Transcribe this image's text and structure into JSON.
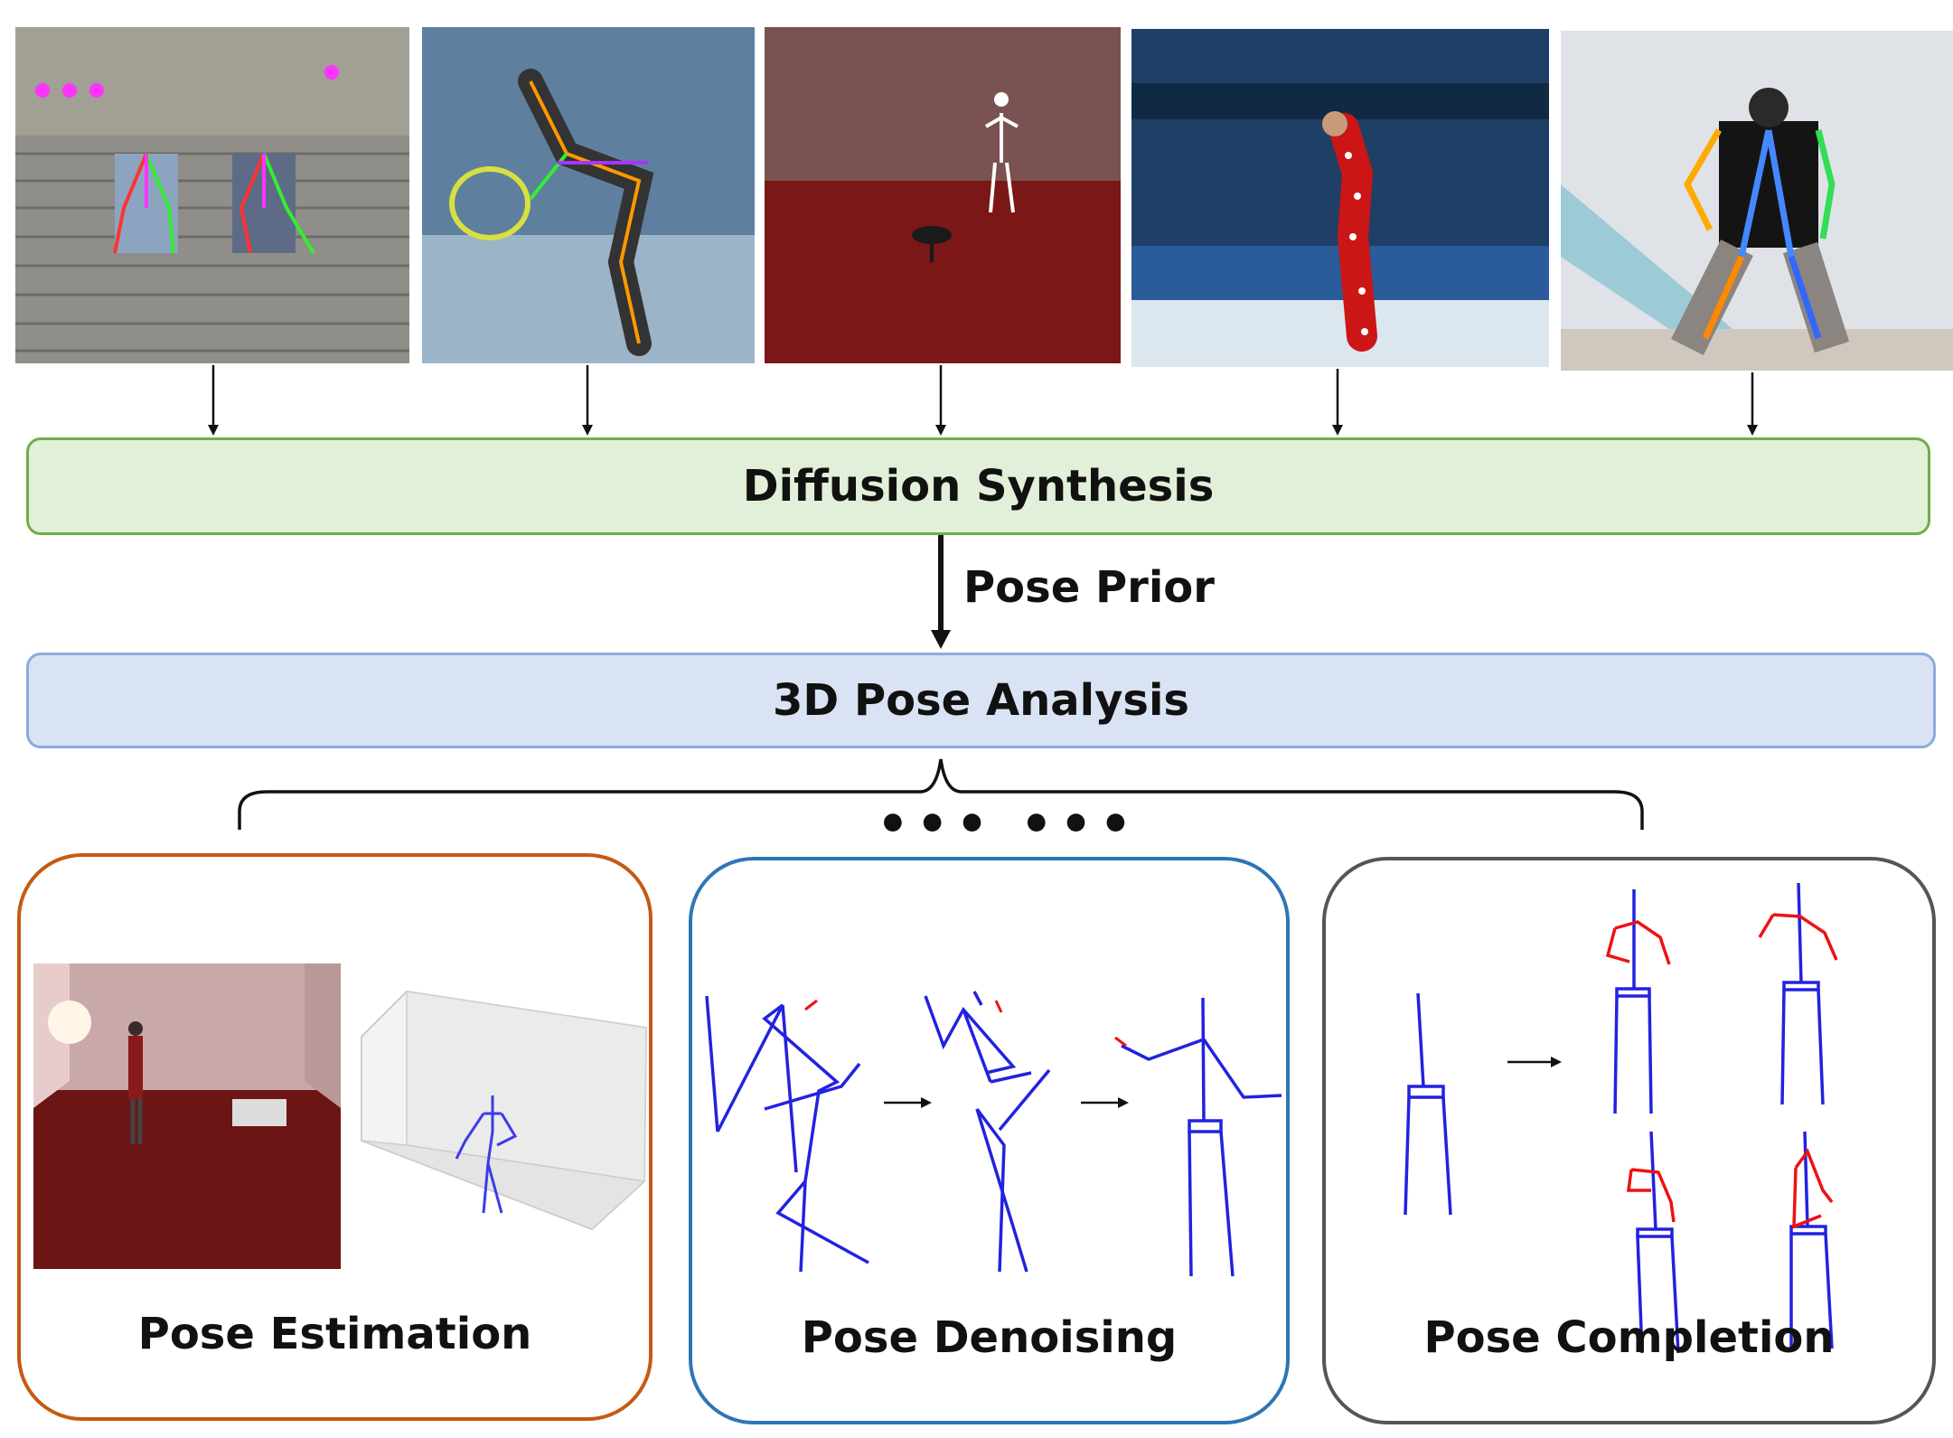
{
  "colors": {
    "synthesis_fill": "#e2efd9",
    "synthesis_border": "#70ad47",
    "analysis_fill": "#dae3f3",
    "analysis_border": "#8faadc",
    "estimation_border": "#c55a11",
    "denoising_border": "#2e75b6",
    "completion_border": "#555555",
    "skeleton_blue": "#2222e0",
    "skeleton_red": "#ee1111"
  },
  "photos": [
    {
      "name": "stairs-people-photo",
      "scene": "stairs"
    },
    {
      "name": "tennis-player-photo",
      "scene": "tennis"
    },
    {
      "name": "mocap-room-photo",
      "scene": "mocap"
    },
    {
      "name": "ice-skater-photo",
      "scene": "skating"
    },
    {
      "name": "dancer-photo",
      "scene": "dancer"
    }
  ],
  "synthesis_bar": {
    "label": "Diffusion Synthesis"
  },
  "prior": {
    "label": "Pose Prior"
  },
  "analysis_bar": {
    "label": "3D Pose Analysis"
  },
  "ellipsis": "••• •••",
  "panels": {
    "estimation": {
      "title": "Pose Estimation"
    },
    "denoising": {
      "title": "Pose Denoising"
    },
    "completion": {
      "title": "Pose Completion"
    }
  }
}
